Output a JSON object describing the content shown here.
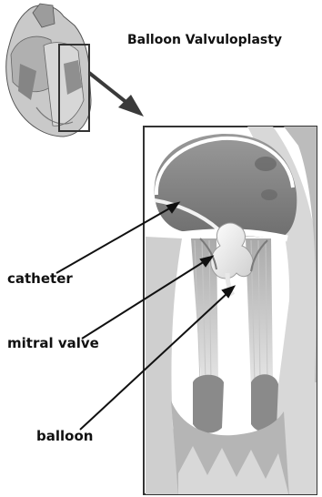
{
  "title": "Balloon Valvuloplasty",
  "labels": {
    "catheter": "catheter",
    "mitral_valve": "mitral valve",
    "balloon": "balloon"
  },
  "colors": {
    "outline": "#333333",
    "tissue_light": "#d8d8d8",
    "tissue_mid": "#b5b5b5",
    "tissue_dark": "#8a8a8a",
    "balloon": "#f4f4f4"
  }
}
